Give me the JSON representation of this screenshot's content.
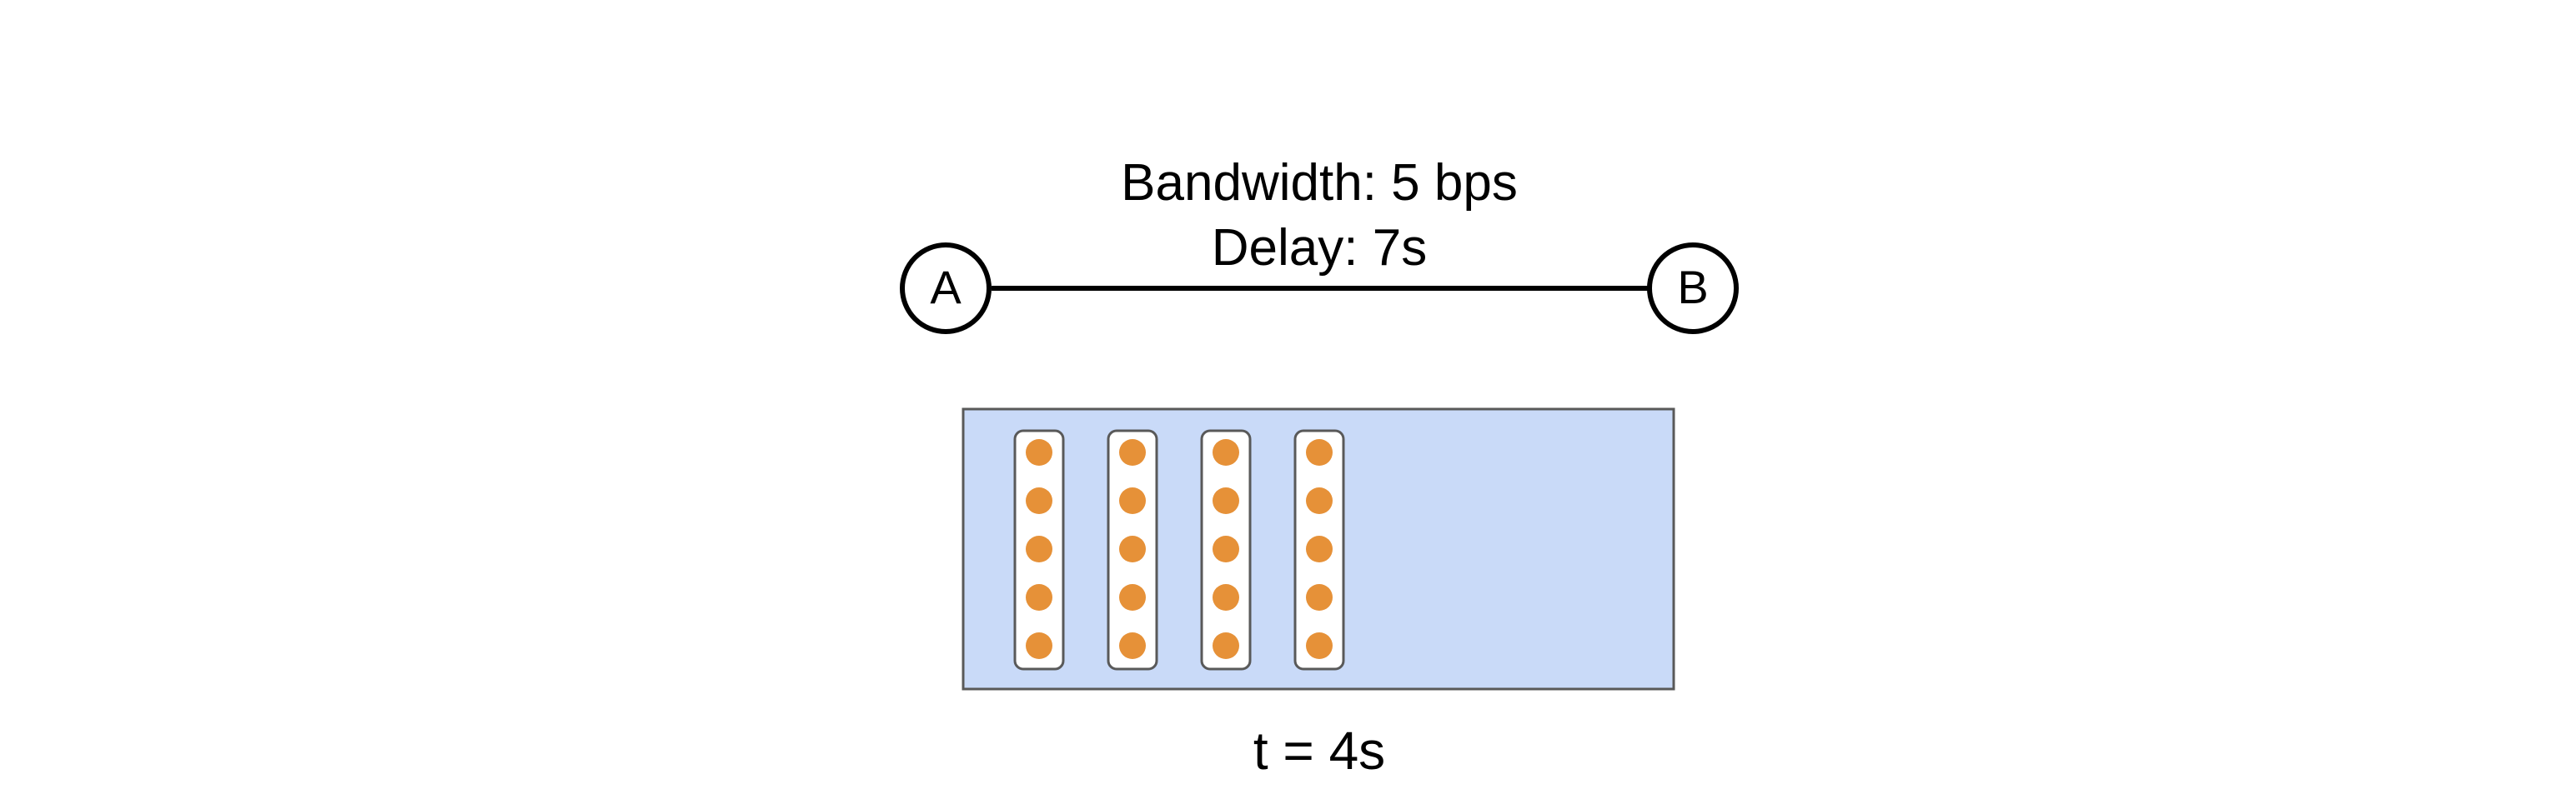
{
  "link": {
    "bandwidth_label": "Bandwidth: 5 bps",
    "delay_label": "Delay: 7s"
  },
  "nodes": {
    "source": "A",
    "destination": "B"
  },
  "buffer": {
    "packet_groups": 4,
    "packets_per_group": 5
  },
  "time_label": "t = 4s",
  "colors": {
    "buffer_fill": "#c9daf8",
    "packet": "#e69138",
    "outline": "#000000",
    "group_outline": "#595959"
  }
}
